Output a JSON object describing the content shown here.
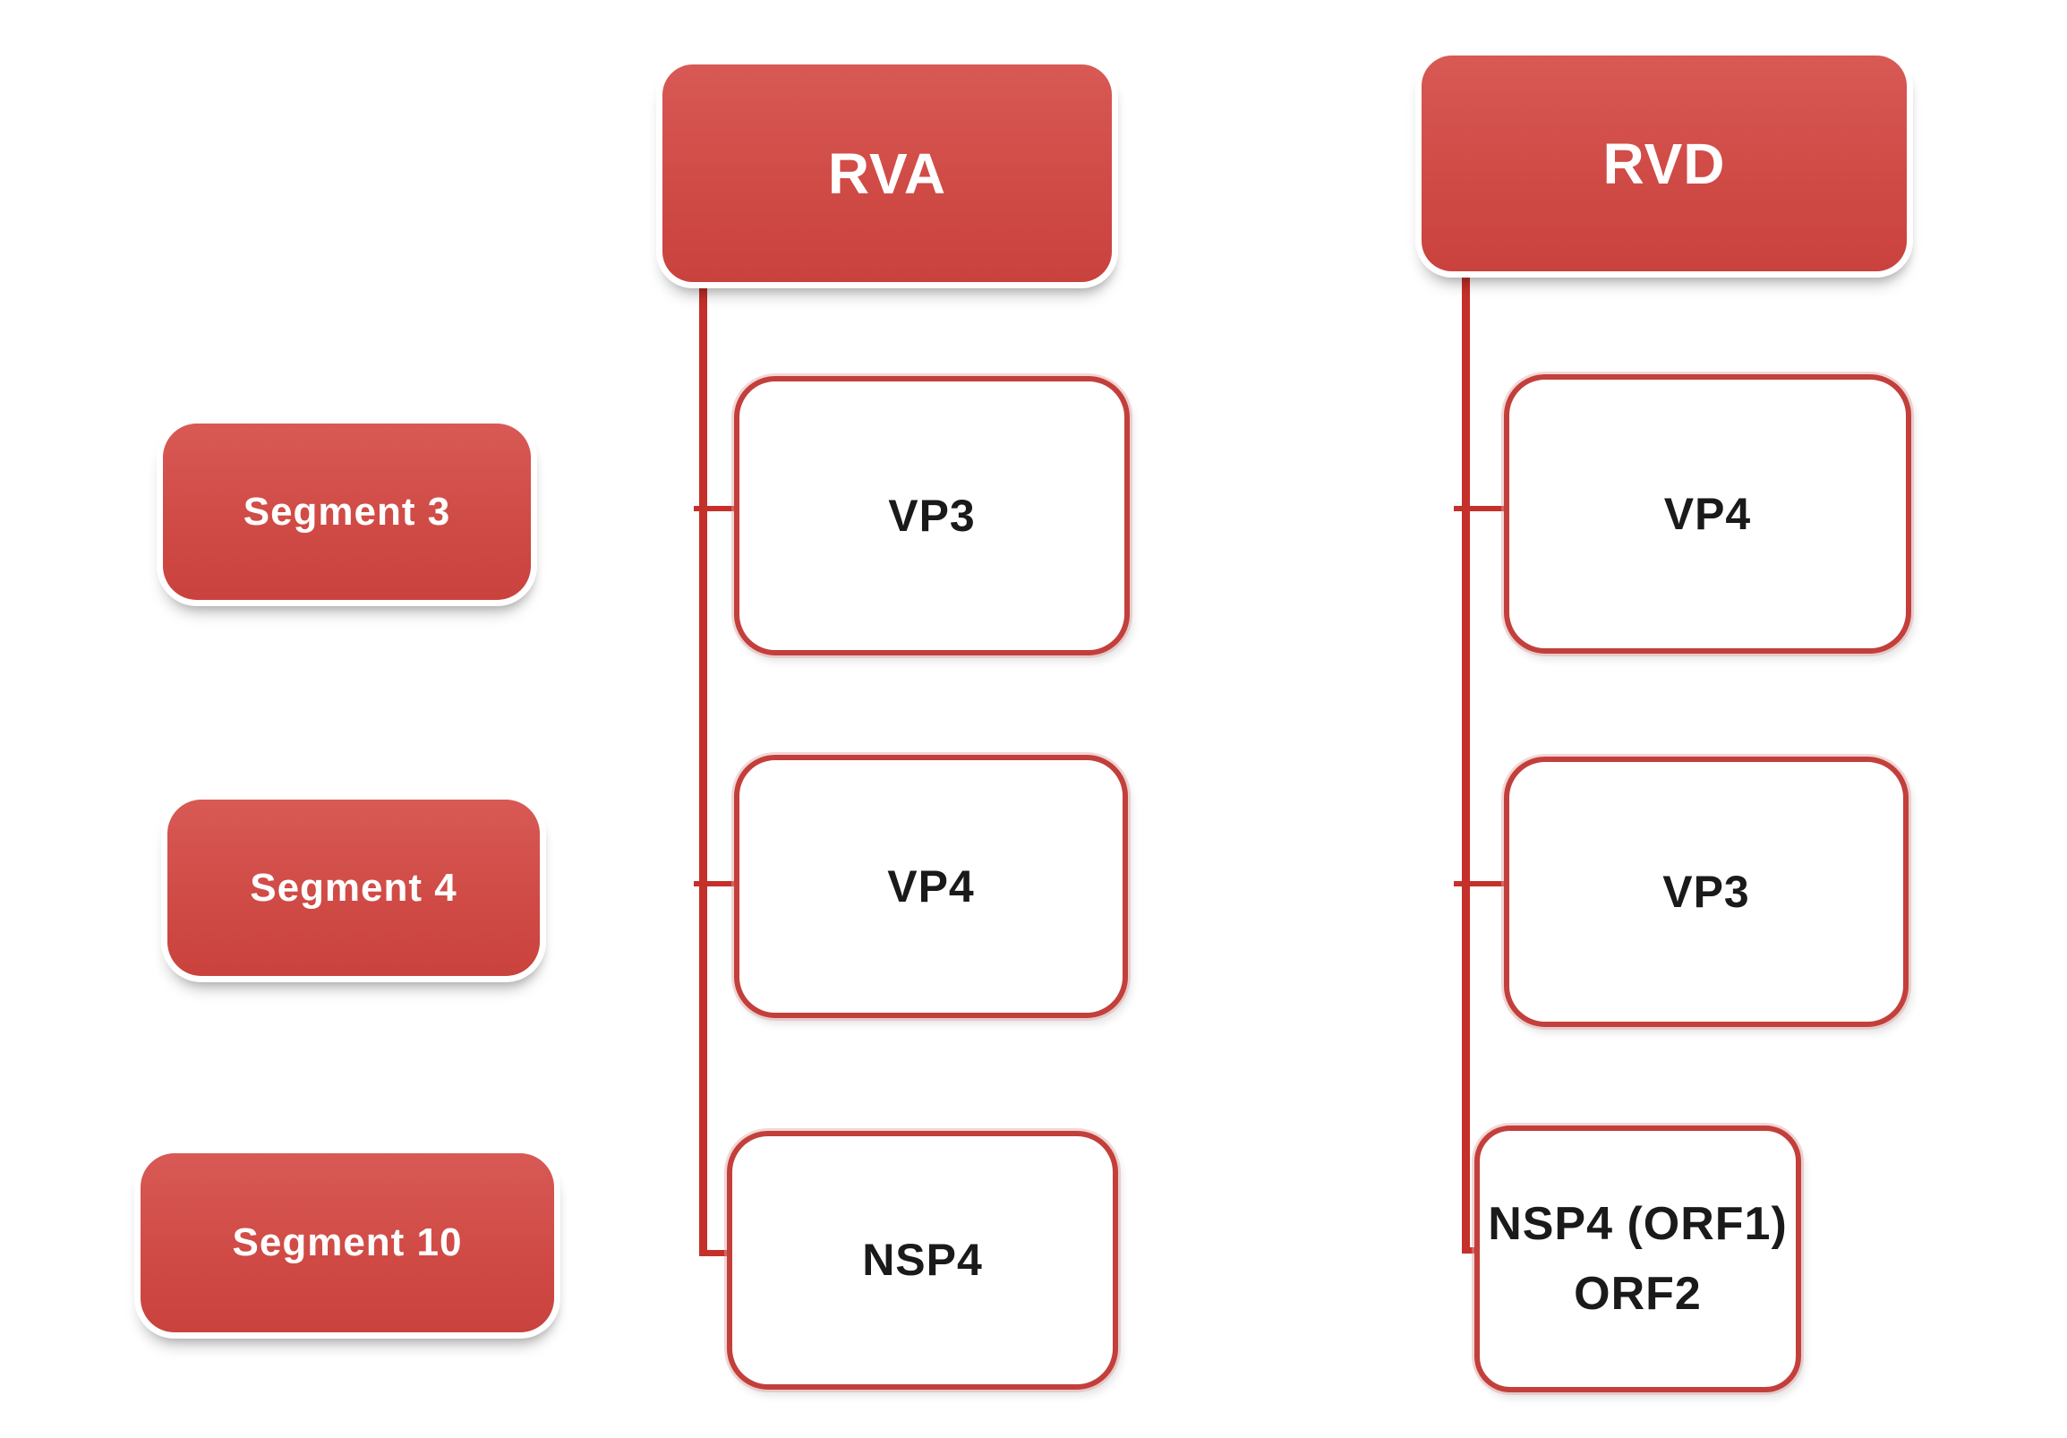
{
  "diagram": {
    "background": "#ffffff",
    "colors": {
      "node_fill_red": "#d04b46",
      "node_text_white": "#ffffff",
      "child_border_red": "#c33f3b",
      "child_text_dark": "#1a1a1a",
      "connector_red": "#c5302b"
    },
    "segments": [
      {
        "label": "Segment 3"
      },
      {
        "label": "Segment 4"
      },
      {
        "label": "Segment 10"
      }
    ],
    "groups": [
      {
        "title": "RVA",
        "children": [
          {
            "lines": [
              "VP3"
            ]
          },
          {
            "lines": [
              "VP4"
            ]
          },
          {
            "lines": [
              "NSP4"
            ]
          }
        ]
      },
      {
        "title": "RVD",
        "children": [
          {
            "lines": [
              "VP4"
            ]
          },
          {
            "lines": [
              "VP3"
            ]
          },
          {
            "lines": [
              "NSP4 (ORF1)",
              "ORF2"
            ]
          }
        ]
      }
    ]
  }
}
